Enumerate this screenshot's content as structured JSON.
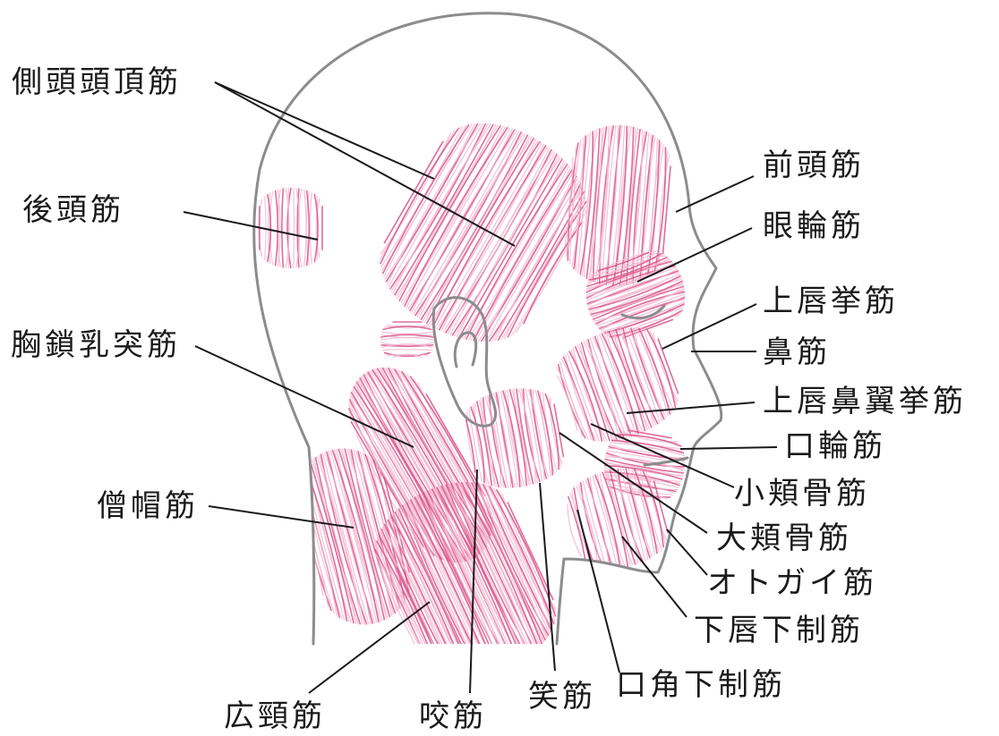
{
  "labels": {
    "temporoparietalis": "側頭頭頂筋",
    "occipitalis": "後頭筋",
    "sternocleidomastoid": "胸鎖乳突筋",
    "trapezius": "僧帽筋",
    "platysma": "広頸筋",
    "masseter": "咬筋",
    "risorius": "笑筋",
    "depressor_anguli_oris": "口角下制筋",
    "frontalis": "前頭筋",
    "orbicularis_oculi": "眼輪筋",
    "levator_labii_superioris": "上唇挙筋",
    "nasalis": "鼻筋",
    "levator_labii_alaeque_nasi": "上唇鼻翼挙筋",
    "orbicularis_oris": "口輪筋",
    "zygomaticus_minor": "小頬骨筋",
    "zygomaticus_major": "大頬骨筋",
    "mentalis": "オトガイ筋",
    "depressor_labii_inferioris": "下唇下制筋"
  },
  "colors": {
    "muscle": "#d9548a",
    "muscle_light": "#f2b8cf",
    "outline": "#8c8c8c",
    "leader": "#1a1a1a"
  }
}
